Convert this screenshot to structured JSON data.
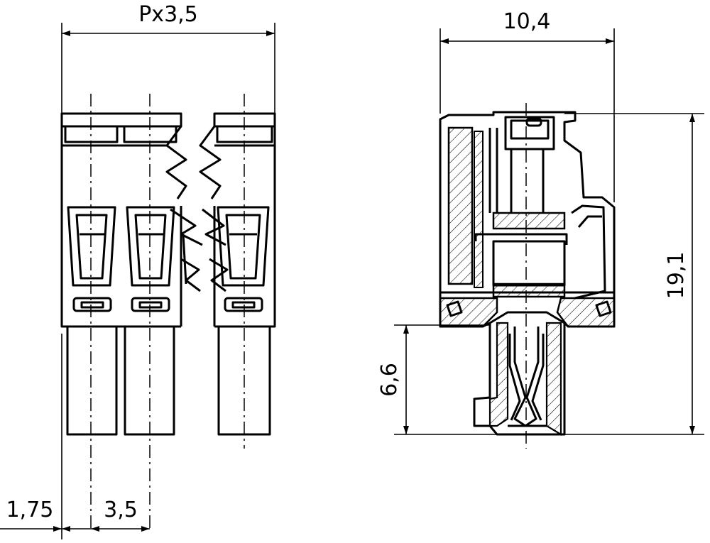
{
  "dimensions": {
    "pitch": "Px3,5",
    "side_width": "10,4",
    "height": "19,1",
    "pin_length": "6,6",
    "edge_offset": "1,75",
    "pitch_small": "3,5"
  }
}
